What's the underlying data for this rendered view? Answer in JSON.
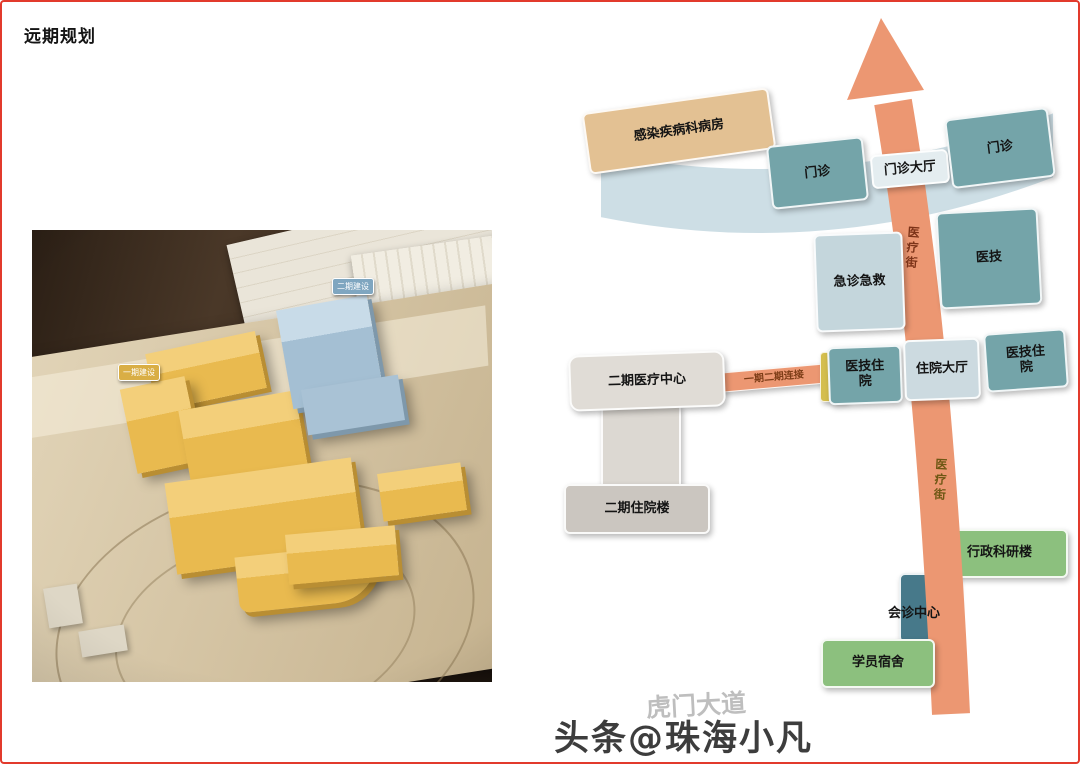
{
  "page": {
    "title": "远期规划",
    "watermark_faint": "虎门大道",
    "watermark_main": "头条@珠海小凡",
    "border_color": "#e23a2c"
  },
  "model": {
    "tag_phase1": "一期建设",
    "tag_phase2": "二期建设"
  },
  "diagram": {
    "street_label": "医疗街",
    "blocks": {
      "infectious": "感染疾病科病房",
      "outpatient": "门诊",
      "outpatient_hall": "门诊大厅",
      "emergency": "急诊急救",
      "medtech": "医技",
      "phase2_medical": "二期医疗中心",
      "connection": "一期二期连接",
      "medtech_inpatient": "医技住院",
      "inpatient_hall": "住院大厅",
      "phase2_inpatient": "二期住院楼",
      "admin_research": "行政科研楼",
      "consult_center": "会诊中心",
      "dormitory": "学员宿舍"
    },
    "colors": {
      "teal": "#74a4a9",
      "light_blue_band": "#cddee5",
      "tan": "#e3c193",
      "gray": "#e0dcd6",
      "green": "#8cc07e",
      "dark_teal": "#47798a",
      "street_arrow": "#ec9772",
      "yellow_accent": "#d4be4e"
    }
  }
}
